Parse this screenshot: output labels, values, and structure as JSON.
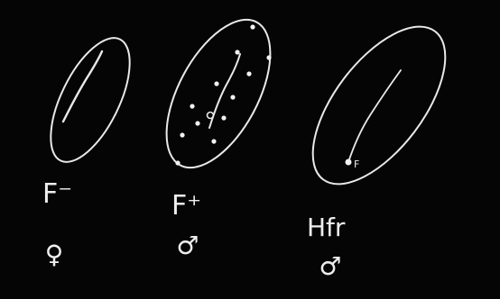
{
  "colors": {
    "background": "#050505",
    "chalk": "#e9e9e9"
  },
  "cells": [
    {
      "label": "F⁻",
      "symbol": "♀",
      "symbol_name": "female-symbol",
      "interior": "none"
    },
    {
      "label": "F⁺",
      "symbol": "♂",
      "symbol_name": "male-symbol",
      "interior": "dots"
    },
    {
      "label": "Hfr",
      "symbol": "♂",
      "symbol_name": "male-symbol",
      "interior": "integrated-F"
    }
  ],
  "integrated_factor_label": "F"
}
